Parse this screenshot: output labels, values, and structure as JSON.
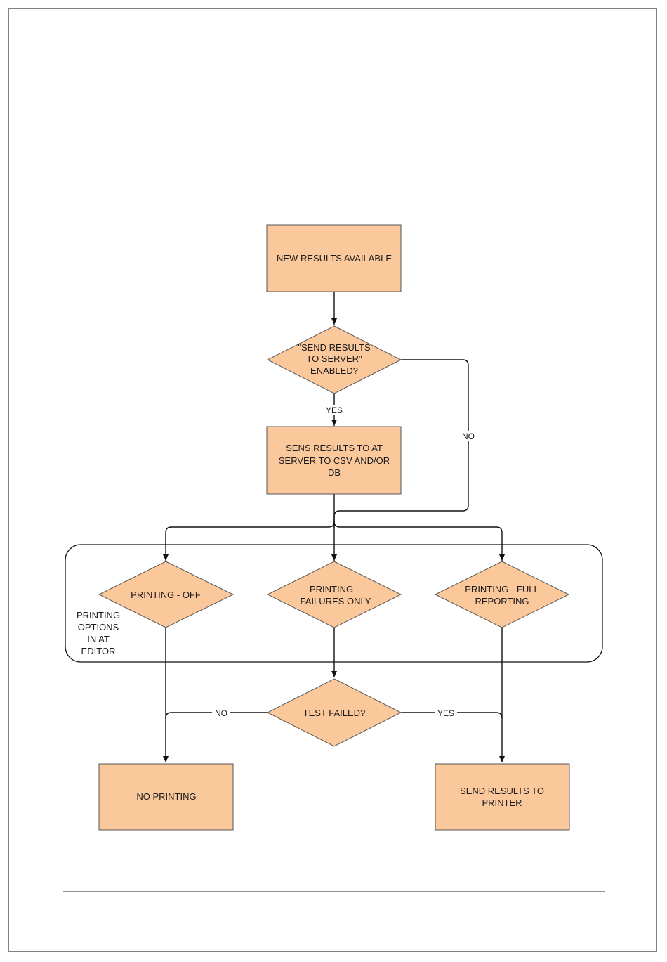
{
  "colors": {
    "node_fill": "#fbc89c",
    "node_stroke": "#555555",
    "line": "#111111"
  },
  "nodes": {
    "new_results": {
      "lines": [
        "NEW RESULTS AVAILABLE"
      ]
    },
    "send_enabled": {
      "lines": [
        "\"SEND RESULTS",
        "TO SERVER\"",
        "ENABLED?"
      ]
    },
    "send_server": {
      "lines": [
        "SENS RESULTS TO AT",
        "SERVER TO CSV AND/OR",
        "DB"
      ]
    },
    "printing_off": {
      "lines": [
        "PRINTING - OFF"
      ]
    },
    "printing_failures": {
      "lines": [
        "PRINTING -",
        "FAILURES ONLY"
      ]
    },
    "printing_full": {
      "lines": [
        "PRINTING - FULL",
        "REPORTING"
      ]
    },
    "test_failed": {
      "lines": [
        "TEST FAILED?"
      ]
    },
    "no_printing": {
      "lines": [
        "NO PRINTING"
      ]
    },
    "send_printer": {
      "lines": [
        "SEND RESULTS TO",
        "PRINTER"
      ]
    }
  },
  "group": {
    "lines": [
      "PRINTING",
      "OPTIONS",
      "IN AT",
      "EDITOR"
    ]
  },
  "edge_labels": {
    "yes_send": "YES",
    "no_send": "NO",
    "no_test": "NO",
    "yes_test": "YES"
  }
}
